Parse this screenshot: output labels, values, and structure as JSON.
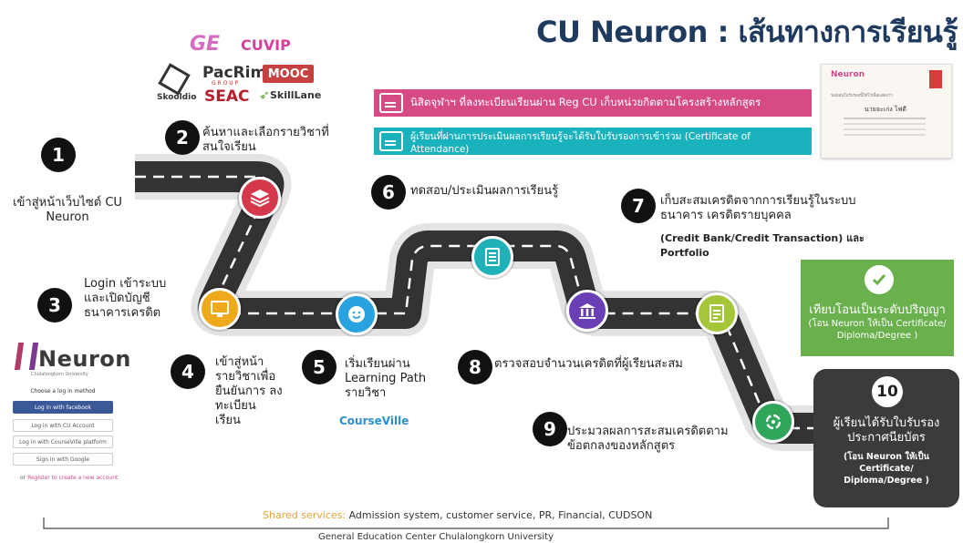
{
  "title": "CU Neuron : เส้นทางการเรียนรู้",
  "platform_logos": {
    "ge": "GE",
    "cuvip": "CUVIP",
    "pacrim": "PacRim",
    "pacrim_sub": "G R O U P",
    "mooc": "MOOC",
    "skooldio": "Skooldio",
    "seac": "SEAC",
    "skilllane": "SkillLane"
  },
  "steps": [
    {
      "number": "1",
      "text": "เข้าสู่หน้าเว็บไซต์ CU Neuron"
    },
    {
      "number": "2",
      "text": "ค้นหาและเลือกรายวิชาที่สนใจเรียน"
    },
    {
      "number": "3",
      "text": "Login เข้าระบบ และเปิดบัญชี ธนาคารเครดิต"
    },
    {
      "number": "4",
      "text": "เข้าสู่หน้า รายวิชาเพื่อ ยืนยันการ ลงทะเบียน เรียน"
    },
    {
      "number": "5",
      "text": "เริ่มเรียนผ่าน Learning Path รายวิชา"
    },
    {
      "number": "6",
      "text": "ทดสอบ/ประเมินผลการเรียนรู้"
    },
    {
      "number": "7",
      "text": "เก็บสะสมเครดิตจากการเรียนรู้ในระบบธนาคาร เครดิตรายบุคคล",
      "subtext": "(Credit Bank/Credit Transaction) และ Portfolio"
    },
    {
      "number": "8",
      "text": "ตรวจสอบจำนวนเครดิตที่ผู้เรียนสะสม"
    },
    {
      "number": "9",
      "text": "ประมวลผลการสะสมเครดิตตาม ข้อตกลงของหลักสูตร"
    },
    {
      "number": "10",
      "text": "ผู้เรียนได้รับใบรับรอง ประกาศนียบัตร",
      "subtext": "(โอน Neuron ให้เป็น Certificate/ Diploma/Degree )"
    }
  ],
  "banners": {
    "pink": "นิสิตจุฬาฯ ที่ลงทะเบียนเรียนผ่าน Reg CU เก็บหน่วยกิตตามโครงสร้างหลักสูตร",
    "teal": "ผู้เรียนที่ผ่านการประเมินผลการเรียนรู้จะได้รับใบรับรองการเข้าร่วม (Certificate of Attendance)"
  },
  "green_box": {
    "title": "เทียบโอนเป็นระดับปริญญา",
    "subtitle": "(โอน Neuron ให้เป็น Certificate/ Diploma/Degree )"
  },
  "certificate": {
    "brand": "Neuron",
    "line1": "ขอมอบใบรับรองนี้ให้ไว้เพื่อแสดงว่า",
    "name": "นายจะเก่ง ไฟดี"
  },
  "neuron_login": {
    "logo": "Neuron",
    "logo_sub": "Chulalongkorn University",
    "heading": "Choose a log in method",
    "facebook": "Log in with facebook",
    "cu": "Log in with CU Account",
    "courseville": "Log in with CourseVille platform",
    "google": "Sign in with Google",
    "register_prefix": "or",
    "register_link": "Register to create a new account"
  },
  "courseville_logo": "CourseVille",
  "shared_services": {
    "label": "Shared services:",
    "items": "Admission system, customer service, PR, Financial, CUDSON"
  },
  "footer": "General Education Center Chulalongkorn University",
  "colors": {
    "title": "#1f3a5f",
    "pink_banner": "#d64b83",
    "teal_banner": "#1ab2bd",
    "green_box": "#6ab04c",
    "node_red": "#d6384b",
    "node_orange": "#f0a81c",
    "node_blue": "#29a3e0",
    "node_teal": "#1fb0b8",
    "node_purple": "#6a3fb5",
    "node_lime": "#a6c63a",
    "node_green": "#2fa65a",
    "dark_box": "#3b3b3b",
    "shared_label": "#e6a23c"
  }
}
